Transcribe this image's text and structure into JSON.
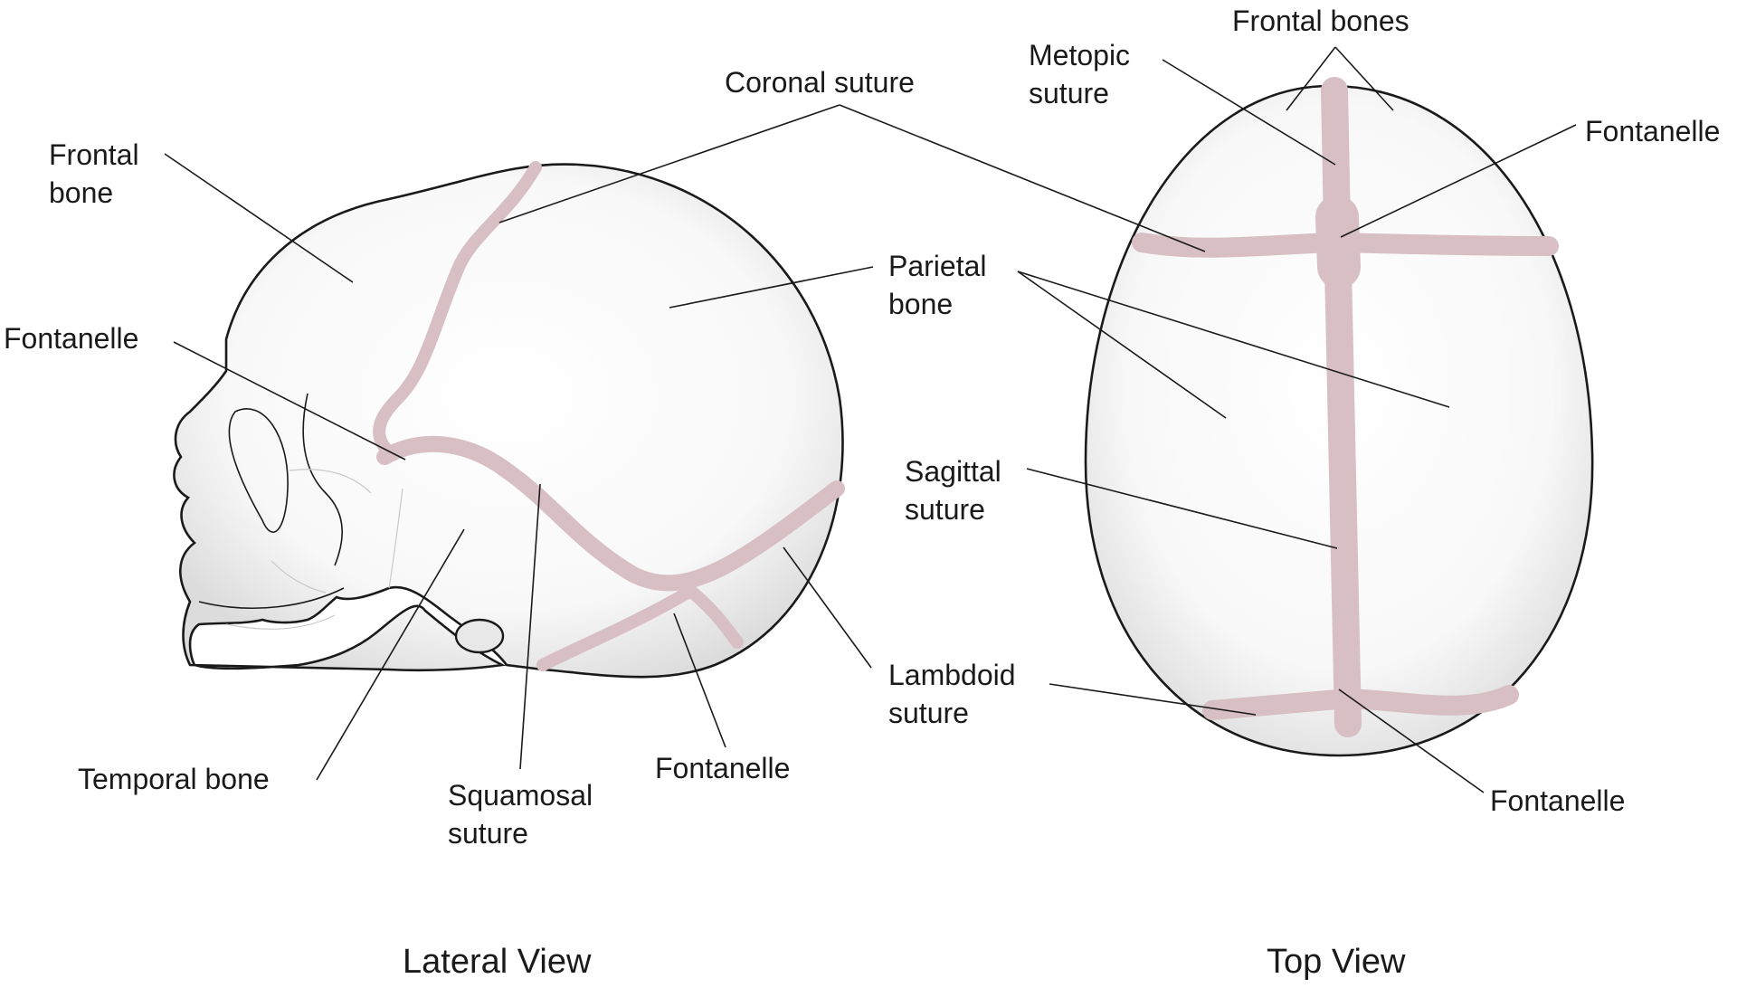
{
  "colors": {
    "outline": "#1a1a1a",
    "bone_fill": "#f6f6f6",
    "bone_shadow": "#d9d9d9",
    "suture": "#d8bfc4",
    "text": "#1a1a1a"
  },
  "lateral_view": {
    "caption": "Lateral View",
    "labels": {
      "frontal_bone": [
        "Frontal",
        "bone"
      ],
      "coronal_suture": "Coronal suture",
      "parietal_bone": [
        "Parietal",
        "bone"
      ],
      "fontanelle_front": "Fontanelle",
      "temporal_bone": "Temporal bone",
      "squamosal_suture": [
        "Squamosal",
        "suture"
      ],
      "fontanelle_back": "Fontanelle",
      "lambdoid_suture": [
        "Lambdoid",
        "suture"
      ]
    }
  },
  "top_view": {
    "caption": "Top View",
    "labels": {
      "frontal_bones": "Frontal bones",
      "metopic_suture": [
        "Metopic",
        "suture"
      ],
      "fontanelle_anterior": "Fontanelle",
      "sagittal_suture": [
        "Sagittal",
        "suture"
      ],
      "fontanelle_posterior": "Fontanelle"
    }
  }
}
